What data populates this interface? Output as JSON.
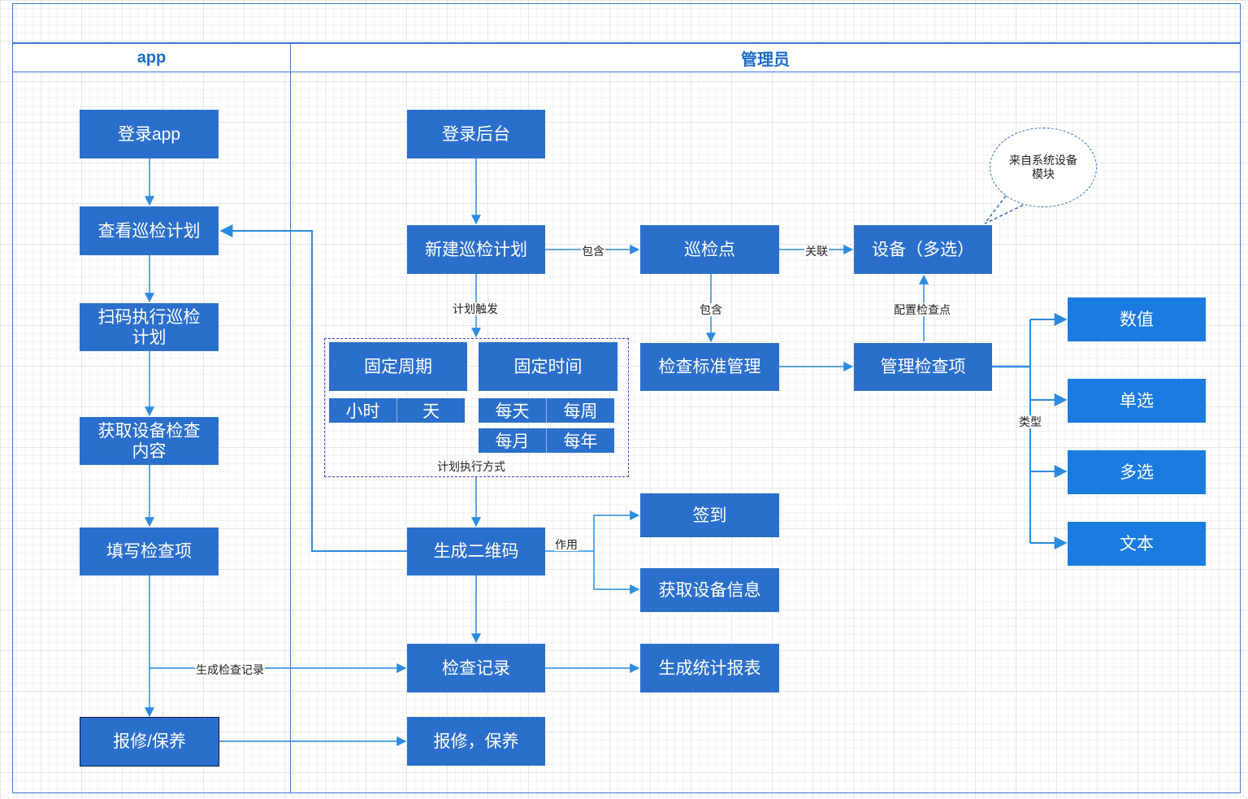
{
  "lanes": {
    "app": "app",
    "admin": "管理员"
  },
  "app": {
    "login": "登录app",
    "view_plan": "查看巡检计划",
    "scan_execute": "扫码执行巡检计划",
    "get_check_content": "获取设备检查内容",
    "fill_items": "填写检查项",
    "repair": "报修/保养"
  },
  "admin": {
    "login": "登录后台",
    "new_plan": "新建巡检计划",
    "inspection_point": "巡检点",
    "device": "设备（多选）",
    "standard_mgmt": "检查标准管理",
    "manage_items": "管理检查项",
    "generate_qr": "生成二维码",
    "check_record": "检查记录",
    "repair": "报修，保养",
    "sign_in": "签到",
    "get_device_info": "获取设备信息",
    "report": "生成统计报表"
  },
  "plan_modes": {
    "fixed_cycle": "固定周期",
    "fixed_time": "固定时间",
    "hour": "小时",
    "day": "天",
    "daily": "每天",
    "weekly": "每周",
    "monthly": "每月",
    "yearly": "每年",
    "caption": "计划执行方式"
  },
  "types": {
    "numeric": "数值",
    "single": "单选",
    "multi": "多选",
    "text": "文本"
  },
  "edge_labels": {
    "contains_1": "包含",
    "relates": "关联",
    "plan_trigger": "计划触发",
    "contains_2": "包含",
    "config_points": "配置检查点",
    "type": "类型",
    "purpose": "作用",
    "generate_record": "生成检查记录"
  },
  "note": "来自系统设备模块",
  "colors": {
    "box": "#2b6fcc",
    "box_light": "#1a7be0",
    "arrow": "#2a8be0",
    "frame": "#3a78d4",
    "group_border": "#4b3bd6"
  }
}
